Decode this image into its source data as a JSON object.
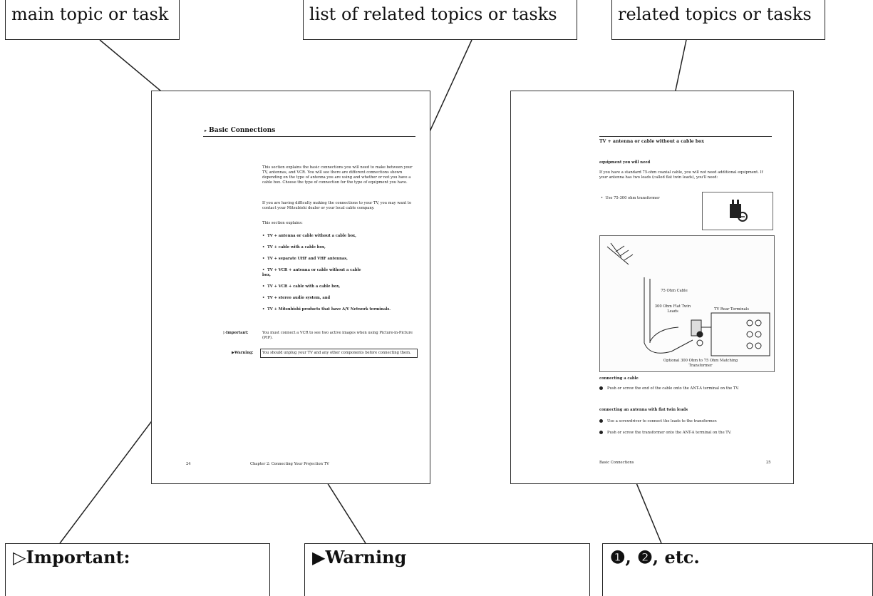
{
  "callouts_top": {
    "main": "main topic or task",
    "list": "list of related topics or tasks",
    "related": "related topics or tasks"
  },
  "callouts_bottom": {
    "important": "▷Important:",
    "warning": "▶Warning",
    "numbers": "❶, ❷, etc."
  },
  "left_page": {
    "heading": "Basic Connections",
    "intro": "This section explains the basic connections you will need to make between your TV, antennas, and VCR. You will see there are different connections shown depending on the type of antenna you are using and whether or not you have a cable box. Choose the type of connection for the type of equipment you have.",
    "help": "If you are having difficulty making the connections to your TV, you may want to contact your Mitsubishi dealer or your local cable company.",
    "explains_label": "This section explains:",
    "list": [
      "TV + antenna or cable without a cable box,",
      "TV + cable with a cable box,",
      "TV + separate UHF and VHF antennas,",
      "TV + VCR + antenna or cable without a cable box,",
      "TV + VCR + cable with a cable box,",
      "TV + stereo audio system, and",
      "TV + Mitsubishi products that have A/V Network terminals."
    ],
    "important_label": "▷Important:",
    "important_text": "You must connect a VCR to see two active images when using Picture-in-Picture (PIP).",
    "warning_label": "▶Warning:",
    "warning_text": "You should unplug your TV and any other components before connecting them.",
    "page_number": "24",
    "footer": "Chapter 2: Connecting Your Projection TV"
  },
  "right_page": {
    "heading": "TV + antenna or cable without a cable box",
    "equip_heading": "equipment you will need",
    "equip_text": "If you have a standard 75-ohm coaxial cable, you will not need additional equipment. If your antenna has two leads (called flat twin leads), you'll need:",
    "equip_item": "Use 75-300 ohm transformer",
    "diagram_labels": {
      "cable": "75 Ohm Cable",
      "twin": "300 Ohm Flat Twin Leads",
      "terminals": "TV Rear Terminals",
      "transformer": "Optional 300 Ohm to 75 Ohm Matching Transformer"
    },
    "cable_heading": "connecting a cable",
    "cable_step": "Push or screw the end of the cable onto the ANT-A terminal on the TV.",
    "antenna_heading": "connecting an antenna with flat twin leads",
    "antenna_steps": [
      "Use a screwdriver to connect the leads to the transformer.",
      "Push or screw the transformer onto the ANT-A terminal on the TV."
    ],
    "footer": "Basic Connections",
    "page_number": "25"
  }
}
